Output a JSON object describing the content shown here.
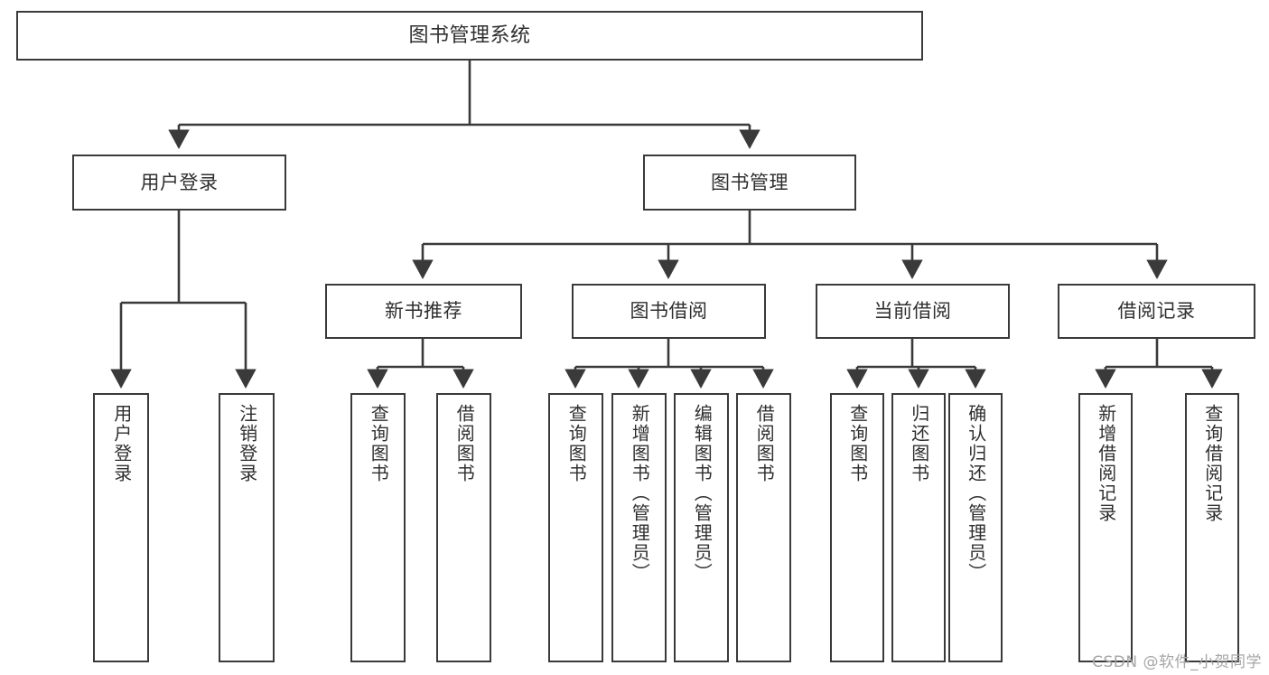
{
  "diagram": {
    "type": "tree-hierarchy-chart",
    "title": "图书管理系统",
    "style": {
      "background": "#ffffff",
      "box_border": "#3a3a3a",
      "box_fill": "#ffffff",
      "text": "#2f2f2f",
      "edge": "#3a3a3a",
      "watermark": "#a6a6a6"
    },
    "root": {
      "label": "图书管理系统"
    },
    "level1": [
      {
        "label": "用户登录"
      },
      {
        "label": "图书管理"
      }
    ],
    "level2": [
      {
        "label": "新书推荐"
      },
      {
        "label": "图书借阅"
      },
      {
        "label": "当前借阅"
      },
      {
        "label": "借阅记录"
      }
    ],
    "leaves": {
      "user_login": [
        {
          "label": "用户登录"
        },
        {
          "label": "注销登录"
        }
      ],
      "new_book_recommend": [
        {
          "label": "查询图书"
        },
        {
          "label": "借阅图书"
        }
      ],
      "book_borrow": [
        {
          "label": "查询图书"
        },
        {
          "label": "新增图书（管理员）"
        },
        {
          "label": "编辑图书（管理员）"
        },
        {
          "label": "借阅图书"
        }
      ],
      "current_borrow": [
        {
          "label": "查询图书"
        },
        {
          "label": "归还图书"
        },
        {
          "label": "确认归还（管理员）"
        }
      ],
      "borrow_record": [
        {
          "label": "新增借阅记录"
        },
        {
          "label": "查询借阅记录"
        }
      ]
    },
    "watermark": "CSDN @软件_小贺同学"
  }
}
